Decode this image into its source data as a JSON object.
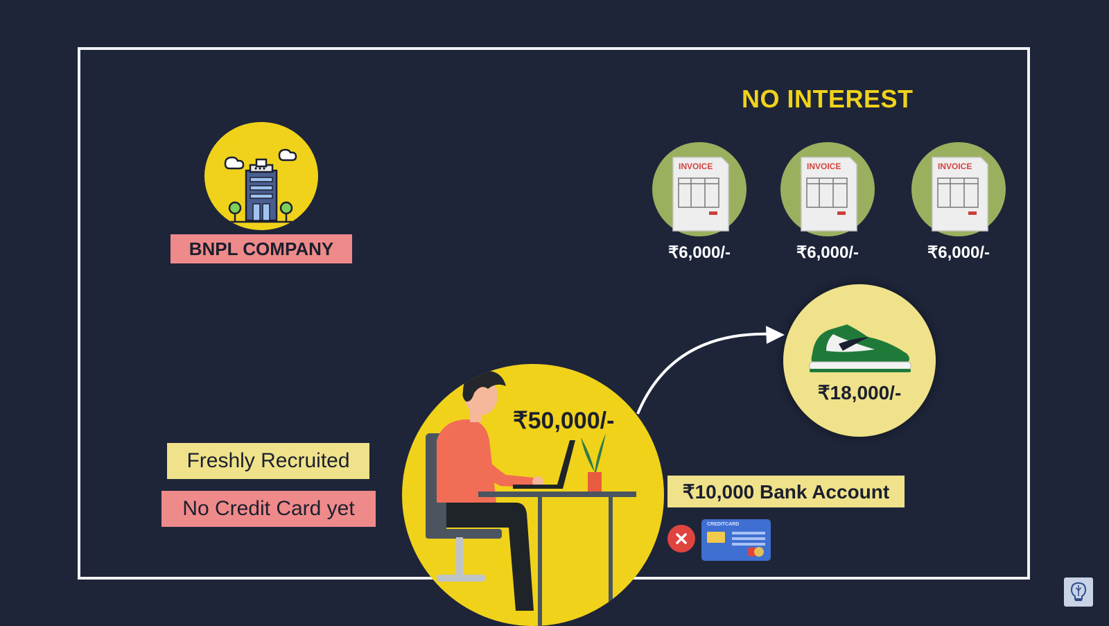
{
  "company": {
    "label": "BNPL COMPANY",
    "icon": "office-building-icon",
    "circle_color": "#f0d21b",
    "label_bg": "#ef8a8a"
  },
  "interest": {
    "title": "NO INTEREST",
    "title_color": "#f0d21b"
  },
  "invoices": [
    {
      "label": "INVOICE",
      "amount": "₹6,000/-"
    },
    {
      "label": "INVOICE",
      "amount": "₹6,000/-"
    },
    {
      "label": "INVOICE",
      "amount": "₹6,000/-"
    }
  ],
  "product": {
    "icon": "sneaker-icon",
    "price": "₹18,000/-",
    "circle_color": "#efe28a"
  },
  "person": {
    "icon": "person-at-laptop-icon",
    "salary": "₹50,000/-",
    "circle_color": "#f0d21b"
  },
  "tags": {
    "freshly_recruited": "Freshly Recruited",
    "no_credit_card": "No Credit Card yet",
    "bank_account": "₹10,000 Bank Account",
    "yellow_bg": "#efe28a",
    "red_bg": "#ef8a8a"
  },
  "credit_card": {
    "text": "CREDITCARD",
    "status_icon": "cross-icon",
    "icon": "credit-card-icon"
  },
  "watermark": {
    "icon": "brain-bulb-logo-icon"
  }
}
